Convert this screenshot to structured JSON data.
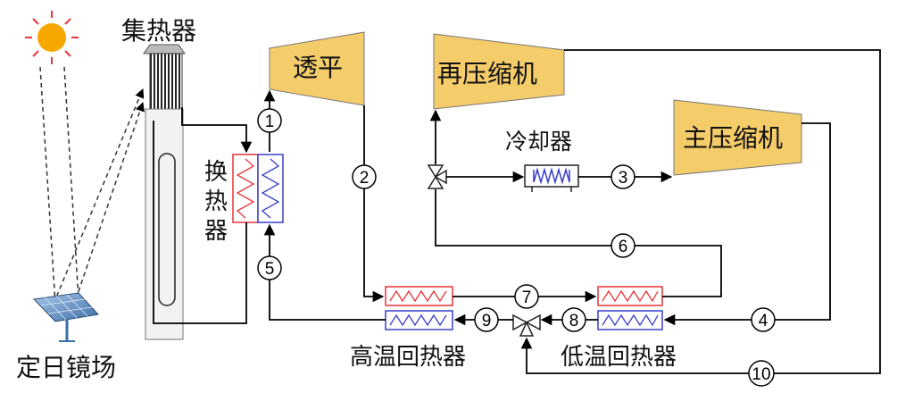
{
  "labels": {
    "collector": "集热器",
    "heliostat": "定日镜场",
    "turbine": "透平",
    "recompressor": "再压缩机",
    "main_compressor": "主压缩机",
    "cooler": "冷却器",
    "hx_char1": "换",
    "hx_char2": "热",
    "hx_char3": "器",
    "htr": "高温回热器",
    "ltr": "低温回热器"
  },
  "state_points": [
    "1",
    "2",
    "3",
    "4",
    "5",
    "6",
    "7",
    "8",
    "9",
    "10"
  ],
  "colors": {
    "component_fill": "#f5cc6a",
    "hot_coil": "#e8343c",
    "cold_coil": "#3a3fc8",
    "sun": "#f7a800",
    "line": "#000000"
  }
}
